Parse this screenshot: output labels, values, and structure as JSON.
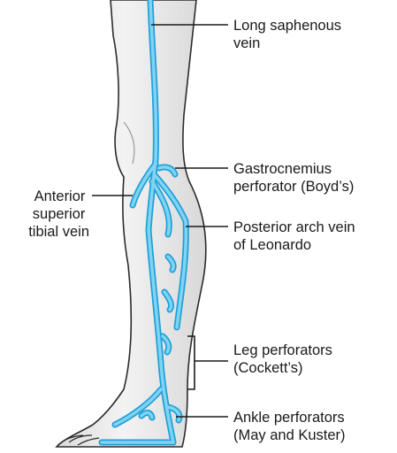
{
  "labels": {
    "long_saphenous": [
      "Long saphenous",
      "vein"
    ],
    "anterior_superior_tibial": [
      "Anterior",
      "superior",
      "tibial vein"
    ],
    "gastrocnemius": [
      "Gastrocnemius",
      "perforator (Boyd’s)"
    ],
    "posterior_arch": [
      "Posterior arch vein",
      "of Leonardo"
    ],
    "leg_perforators": [
      "Leg perforators",
      "(Cockett’s)"
    ],
    "ankle_perforators": [
      "Ankle perforators",
      "(May and Kuster)"
    ]
  },
  "colors": {
    "vein_fill": "#7fd3f3",
    "vein_outline": "#1f9fd8",
    "skin": "#ececec",
    "skin_outline": "#2b2b2b",
    "label_text": "#1a1a1a",
    "leader_line": "#1a1a1a"
  }
}
